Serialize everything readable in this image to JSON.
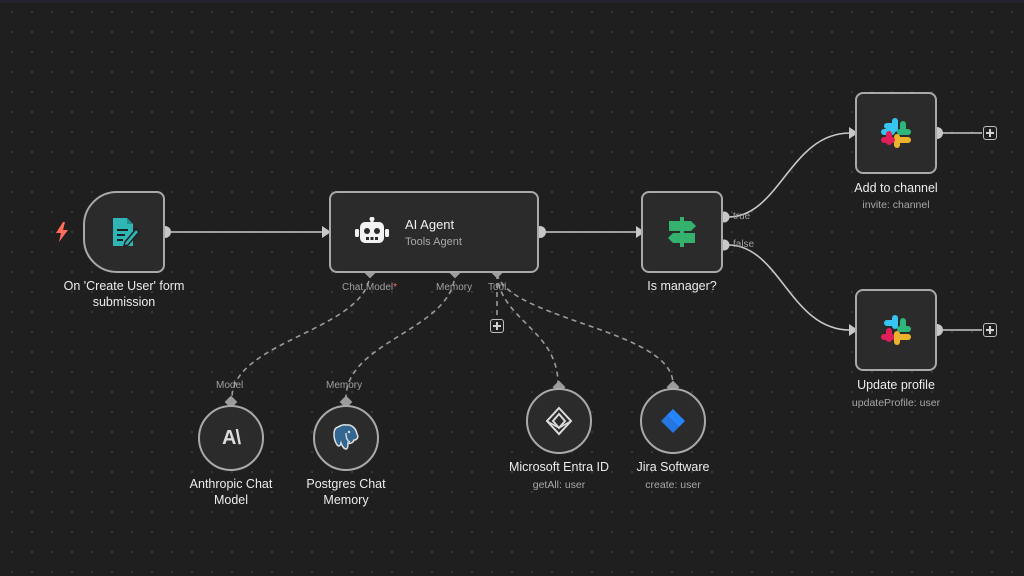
{
  "nodes": {
    "trigger": {
      "title": "On 'Create User' form submission"
    },
    "agent": {
      "title": "AI Agent",
      "subtitle": "Tools Agent",
      "ports": {
        "chat_model": "Chat Model",
        "required_mark": "*",
        "memory": "Memory",
        "tool": "Tool"
      }
    },
    "switch": {
      "title": "Is manager?",
      "out_true": "true",
      "out_false": "false"
    },
    "add_channel": {
      "title": "Add to channel",
      "subtitle": "invite: channel"
    },
    "update_profile": {
      "title": "Update profile",
      "subtitle": "updateProfile: user"
    },
    "anthropic": {
      "title": "Anthropic Chat Model",
      "port_label": "Model",
      "logo_text": "A\\"
    },
    "postgres": {
      "title": "Postgres Chat Memory",
      "port_label": "Memory"
    },
    "entra": {
      "title": "Microsoft Entra ID",
      "subtitle": "getAll: user"
    },
    "jira": {
      "title": "Jira Software",
      "subtitle": "create: user"
    }
  },
  "colors": {
    "canvas": "#1f1f1f",
    "node_fill": "#2b2b2b",
    "node_border": "#a9a9a9",
    "edge": "#c8c8c8",
    "trigger_bolt": "#ff6d5a",
    "form_icon": "#2fb5b3",
    "switch_icon": "#34b26d",
    "jira_blue": "#2684ff"
  },
  "icons": {
    "trigger": "lightning-bolt-icon",
    "form": "form-edit-icon",
    "agent": "robot-icon",
    "switch": "signpost-icon",
    "slack": "slack-icon",
    "anthropic": "anthropic-icon",
    "postgres": "postgresql-elephant-icon",
    "entra": "microsoft-entra-icon",
    "jira": "jira-icon",
    "add": "plus-icon"
  }
}
